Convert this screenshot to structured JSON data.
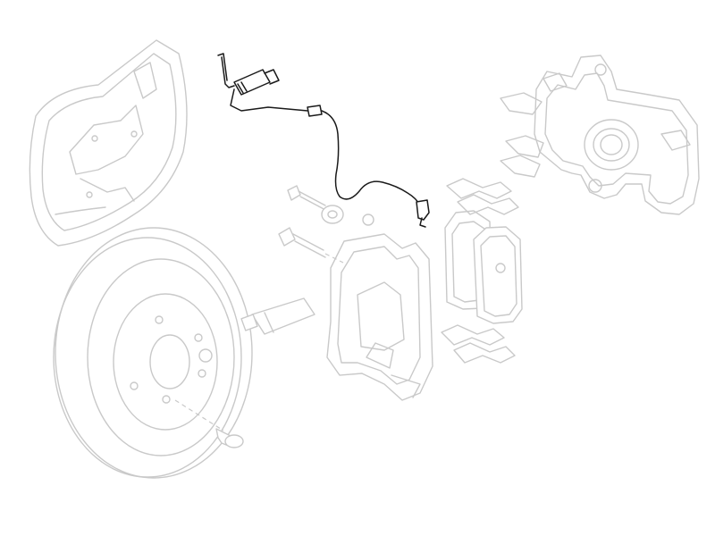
{
  "diagram": {
    "highlight_color": "#1a1a1a",
    "faded_color": "#c9c9c9",
    "background": "#ffffff",
    "parts": [
      "dust-shield",
      "brake-disc",
      "disc-screw",
      "brake-pad-wear-sensor",
      "caliper-bolts",
      "caliper-carrier",
      "brake-pads",
      "pad-retaining-springs",
      "brake-caliper",
      "grease-tube"
    ]
  }
}
